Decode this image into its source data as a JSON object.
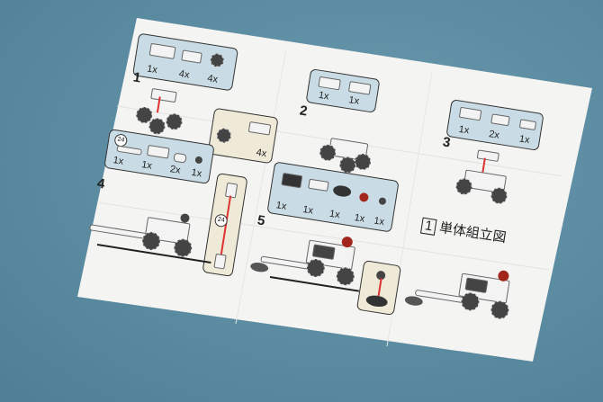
{
  "steps": [
    {
      "number": "1",
      "parts": [
        "1x",
        "4x",
        "4x"
      ],
      "callout_count": "4x"
    },
    {
      "number": "2",
      "parts": [
        "1x",
        "1x"
      ]
    },
    {
      "number": "3",
      "parts": [
        "1x",
        "2x",
        "1x"
      ]
    },
    {
      "number": "4",
      "parts": [
        "1x",
        "1x",
        "2x",
        "1x"
      ],
      "length_badge": "24",
      "callout_badge": "24"
    },
    {
      "number": "5",
      "parts": [
        "1x",
        "1x",
        "1x",
        "1x",
        "1x"
      ]
    }
  ],
  "section_title": {
    "number": "1",
    "text": "単体組立図"
  },
  "colors": {
    "background": "#5f8ea3",
    "paper": "#f4f4f2",
    "parts_panel": "#c9dbe4",
    "callout": "#efe9d8",
    "arrow_red": "#d33333"
  }
}
